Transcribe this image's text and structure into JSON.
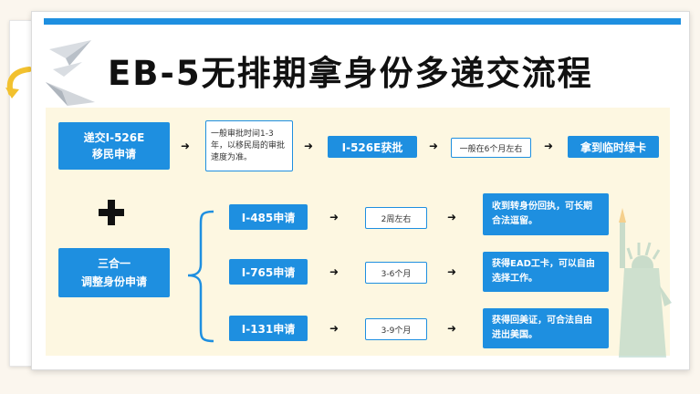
{
  "title": "EB-5无排期拿身份多递交流程",
  "row1": {
    "step1": "递交I-526E\n移民申请",
    "note1": "一般审批时间1-3年，以移民局的审批速度为准。",
    "step2": "I-526E获批",
    "note2": "一般在6个月左右",
    "step3": "拿到临时绿卡"
  },
  "combo": {
    "label": "三合一\n调整身份申请"
  },
  "branches": [
    {
      "form": "I-485申请",
      "time": "2周左右",
      "result": "收到转身份回执，可长期合法逗留。"
    },
    {
      "form": "I-765申请",
      "time": "3-6个月",
      "result": "获得EAD工卡，可以自由选择工作。"
    },
    {
      "form": "I-131申请",
      "time": "3-9个月",
      "result": "获得回美证，可合法自由进出美国。"
    }
  ],
  "colors": {
    "accent": "#1e8fe0",
    "panel": "#fdf7e1"
  },
  "icons": [
    "arrow-right-icon",
    "plus-icon",
    "curly-brace-icon",
    "paper-plane-icon",
    "curved-arrow-icon",
    "statue-of-liberty-icon"
  ]
}
